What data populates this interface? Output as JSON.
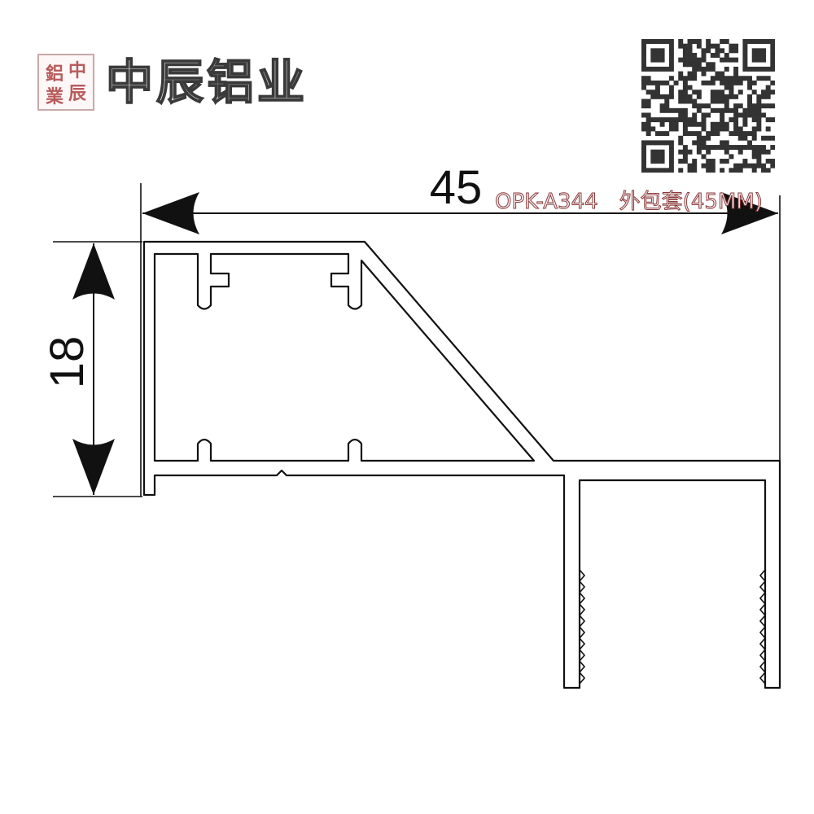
{
  "brand": {
    "seal_chars": [
      "中",
      "鋁",
      "辰",
      "業"
    ],
    "name": "中辰铝业"
  },
  "model_label": "OPK-A344　外包套(45MM)",
  "dimensions": {
    "width_label": "45",
    "height_label": "18"
  },
  "colors": {
    "line": "#111111",
    "brand_accent": "#8a3a3a"
  },
  "icons": {
    "qr_code": "qr-code-icon"
  }
}
